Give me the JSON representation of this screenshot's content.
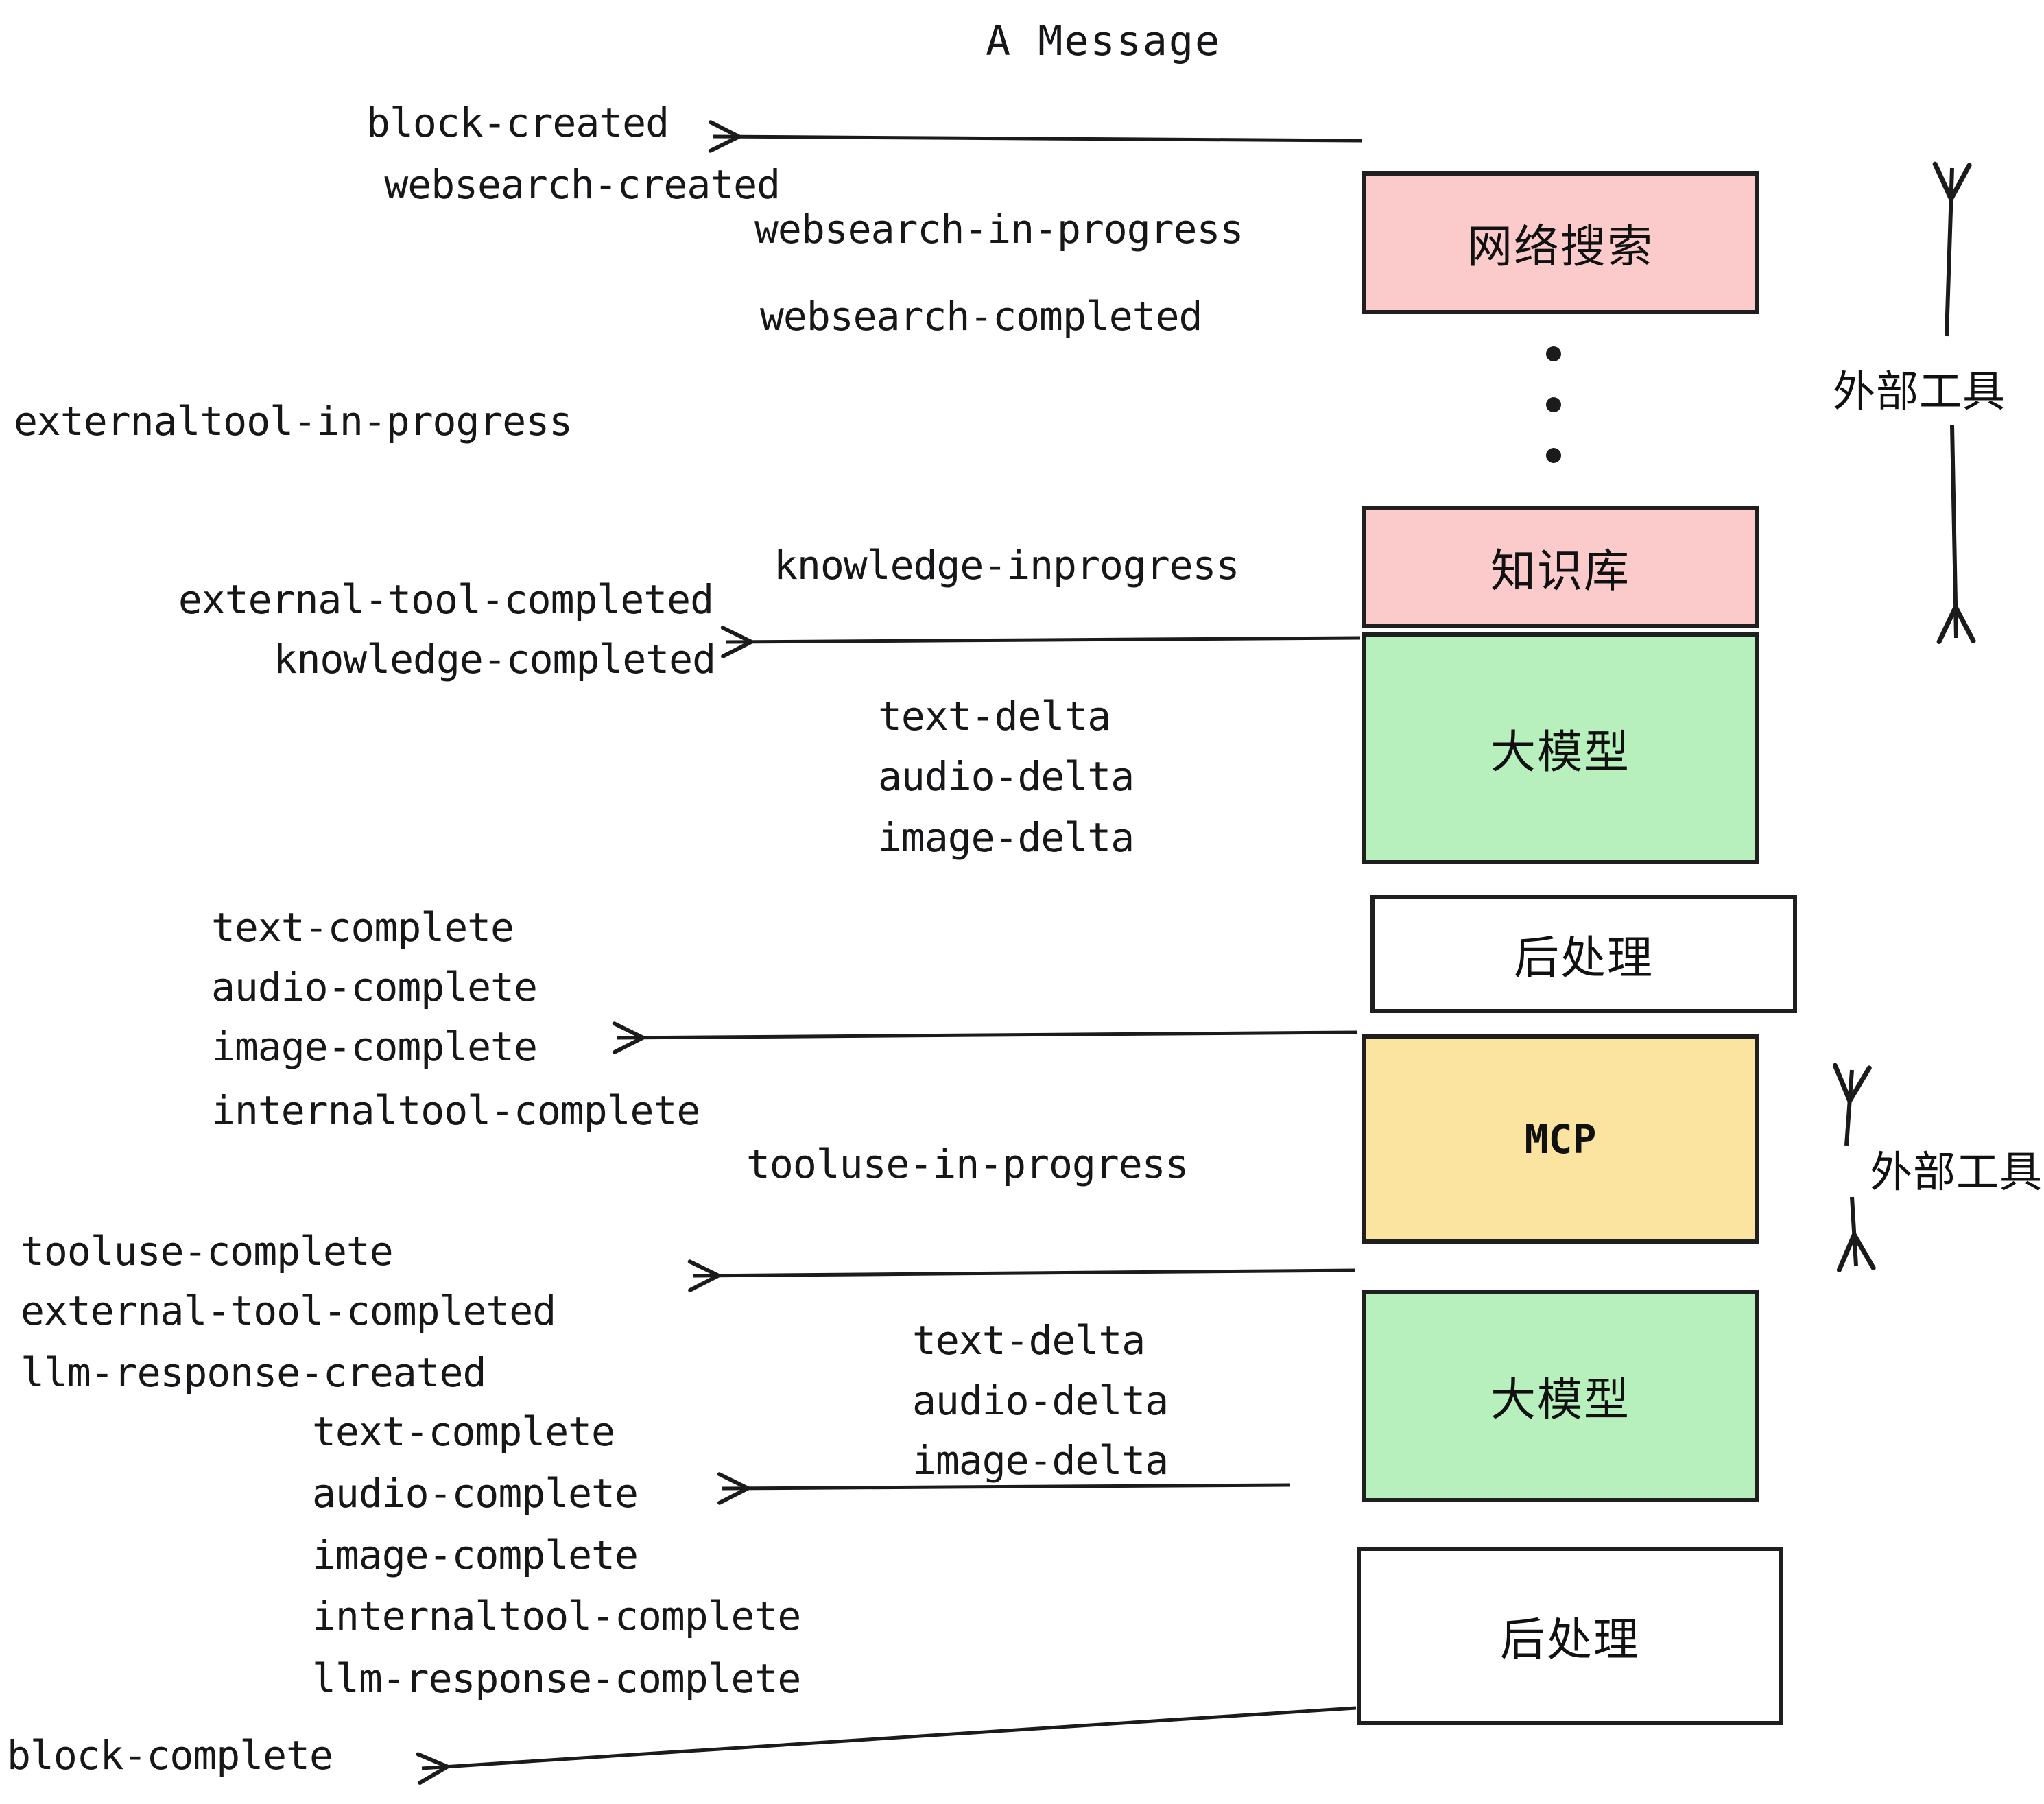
{
  "diagram": {
    "title": "A Message",
    "colors": {
      "pink": "#fbcbcb",
      "green": "#b7efbd",
      "gold": "#fbe4a0",
      "white": "#ffffff",
      "stroke": "#1f1f1f",
      "text": "#17171a",
      "background": "#ffffff"
    }
  },
  "nodes": [
    {
      "label": "网络搜索",
      "color": "pink"
    },
    {
      "label": "知识库",
      "color": "pink"
    },
    {
      "label": "大模型",
      "color": "green"
    },
    {
      "label": "后处理",
      "color": "white"
    },
    {
      "label": "MCP",
      "color": "gold"
    },
    {
      "label": "大模型",
      "color": "green"
    },
    {
      "label": "后处理",
      "color": "white"
    }
  ],
  "side_labels": [
    {
      "text": "外部工具"
    },
    {
      "text": "外部工具"
    }
  ],
  "events": {
    "group_block_created": [
      "block-created",
      "websearch-created"
    ],
    "group_websearch": [
      "websearch-in-progress",
      "websearch-completed"
    ],
    "externaltool_in_progress": "externaltool-in-progress",
    "knowledge_inprogress": "knowledge-inprogress",
    "group_knowledge_completed": [
      "external-tool-completed",
      "knowledge-completed"
    ],
    "group_llm_deltas_1": [
      "text-delta",
      "audio-delta",
      "image-delta"
    ],
    "group_post_complete_1": [
      "text-complete",
      "audio-complete",
      "image-complete",
      "internaltool-complete"
    ],
    "tooluse_in_progress": "tooluse-in-progress",
    "group_tooluse_complete": [
      "tooluse-complete",
      "external-tool-completed",
      "llm-response-created"
    ],
    "group_llm_deltas_2": [
      "text-delta",
      "audio-delta",
      "image-delta"
    ],
    "group_post_complete_2": [
      "text-complete",
      "audio-complete",
      "image-complete",
      "internaltool-complete",
      "llm-response-complete"
    ],
    "block_complete": "block-complete"
  }
}
